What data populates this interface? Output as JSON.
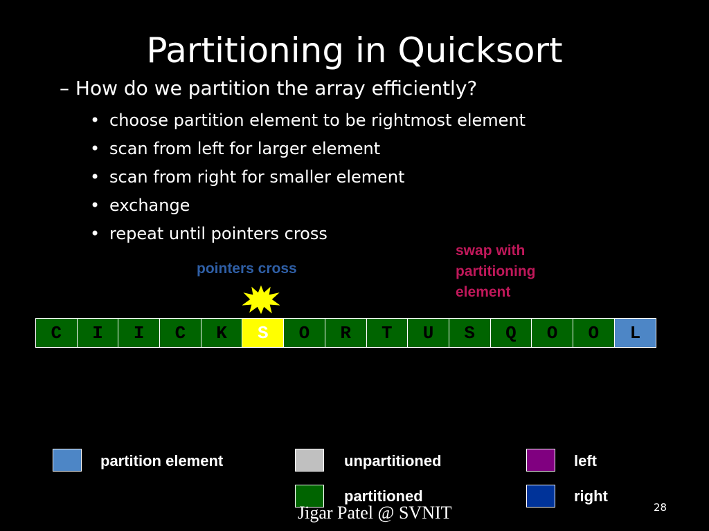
{
  "title": "Partitioning in Quicksort",
  "question": "– How do we partition the array efficiently?",
  "bullets": [
    "choose partition element to be rightmost element",
    "scan from left for larger element",
    "scan from right for smaller element",
    "exchange",
    "repeat until pointers cross"
  ],
  "bullet_symbol": "•",
  "annotations": {
    "swap": [
      "swap with",
      "partitioning",
      "element"
    ],
    "cross": "pointers cross"
  },
  "colors": {
    "partitioned": "#006400",
    "current": "#ffff00",
    "partition_element": "#4d86c6",
    "unpartitioned": "#c0c0c0",
    "left": "#800080",
    "right": "#003399",
    "swap_text": "#c0185a",
    "cross_text": "#2f5fa6"
  },
  "array": [
    {
      "letter": "C",
      "state": "partitioned"
    },
    {
      "letter": "I",
      "state": "partitioned"
    },
    {
      "letter": "I",
      "state": "partitioned"
    },
    {
      "letter": "C",
      "state": "partitioned"
    },
    {
      "letter": "K",
      "state": "partitioned"
    },
    {
      "letter": "S",
      "state": "current"
    },
    {
      "letter": "O",
      "state": "partitioned"
    },
    {
      "letter": "R",
      "state": "partitioned"
    },
    {
      "letter": "T",
      "state": "partitioned"
    },
    {
      "letter": "U",
      "state": "partitioned"
    },
    {
      "letter": "S",
      "state": "partitioned"
    },
    {
      "letter": "Q",
      "state": "partitioned"
    },
    {
      "letter": "O",
      "state": "partitioned"
    },
    {
      "letter": "O",
      "state": "partitioned"
    },
    {
      "letter": "L",
      "state": "partition_element"
    }
  ],
  "legend": [
    {
      "label": "partition element",
      "state": "partition_element"
    },
    {
      "label": "unpartitioned",
      "state": "unpartitioned"
    },
    {
      "label": "left",
      "state": "left"
    },
    {
      "label": "partitioned",
      "state": "partitioned"
    },
    {
      "label": "right",
      "state": "right"
    }
  ],
  "footer": "Jigar Patel @ SVNIT",
  "page_number": "28"
}
